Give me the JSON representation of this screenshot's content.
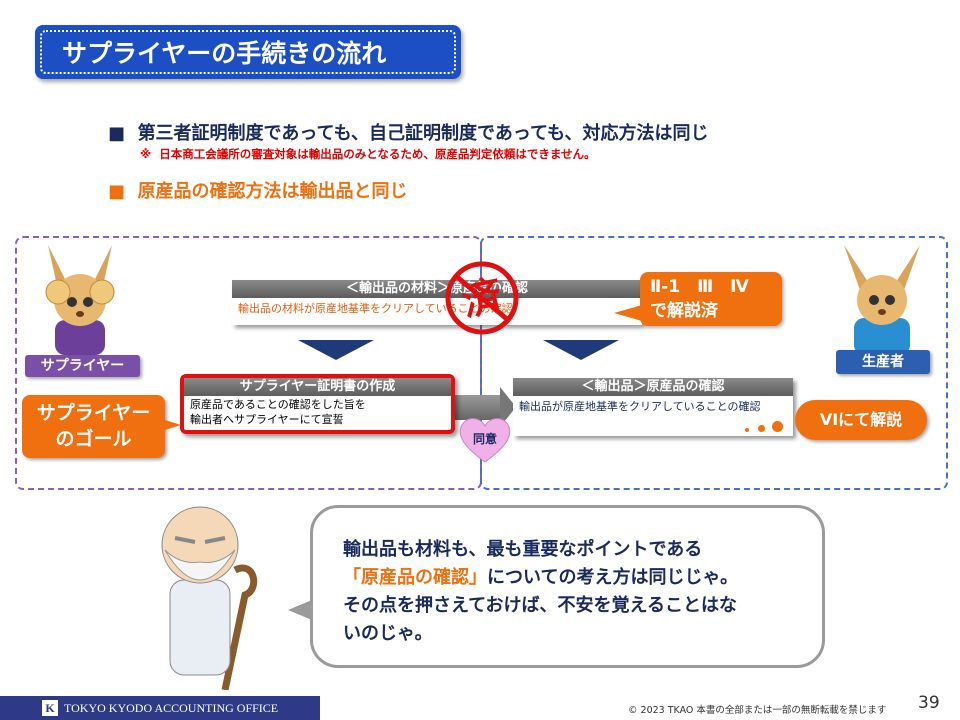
{
  "title": "サプライヤーの手続きの流れ",
  "bullets": [
    {
      "marker": "■",
      "text": "第三者証明制度であっても、自己証明制度であっても、対応方法は同じ",
      "color": "#1a2a5c"
    },
    {
      "marker": "※",
      "text": "日本商工会議所の審査対象は輸出品のみとなるため、原産品判定依頼はできません。",
      "color": "#e00000"
    },
    {
      "marker": "■",
      "text": "原産品の確認方法は輸出品と同じ",
      "color": "#f07010"
    }
  ],
  "diagram": {
    "top_box": {
      "header": "＜輸出品の材料＞原産品の確認",
      "body": "輸出品の材料が原産地基準をクリアしていることの確認"
    },
    "stamp": "済",
    "explained_callout": {
      "line1": "Ⅱ-1　Ⅲ　Ⅳ",
      "line2": "で解説済"
    },
    "supplier_box": {
      "header": "サプライヤー証明書の作成",
      "body1": "原産品であることの確認をした旨を",
      "body2": "輸出者へサプライヤーにて宣誓"
    },
    "export_box": {
      "header": "＜輸出品＞原産品の確認",
      "body": "輸出品が原産地基準をクリアしていることの確認"
    },
    "agree": "同意",
    "supplier_label": "サプライヤー",
    "producer_label": "生産者",
    "goal_label": {
      "line1": "サプライヤー",
      "line2": "のゴール"
    },
    "vi_callout": "VIにて解説"
  },
  "speech": {
    "line1": "輸出品も材料も、最も重要なポイントである",
    "highlight": "「原産品の確認」",
    "line2rest": "についての考え方は同じじゃ。",
    "line3": "その点を押さえておけば、不安を覚えることはな",
    "line4": "いのじゃ。"
  },
  "footer": {
    "company": "TOKYO KYODO ACCOUNTING OFFICE",
    "logo_letter": "K",
    "copyright": "© 2023 TKAO 本書の全部または一部の無断転載を禁じます",
    "page": "39"
  }
}
